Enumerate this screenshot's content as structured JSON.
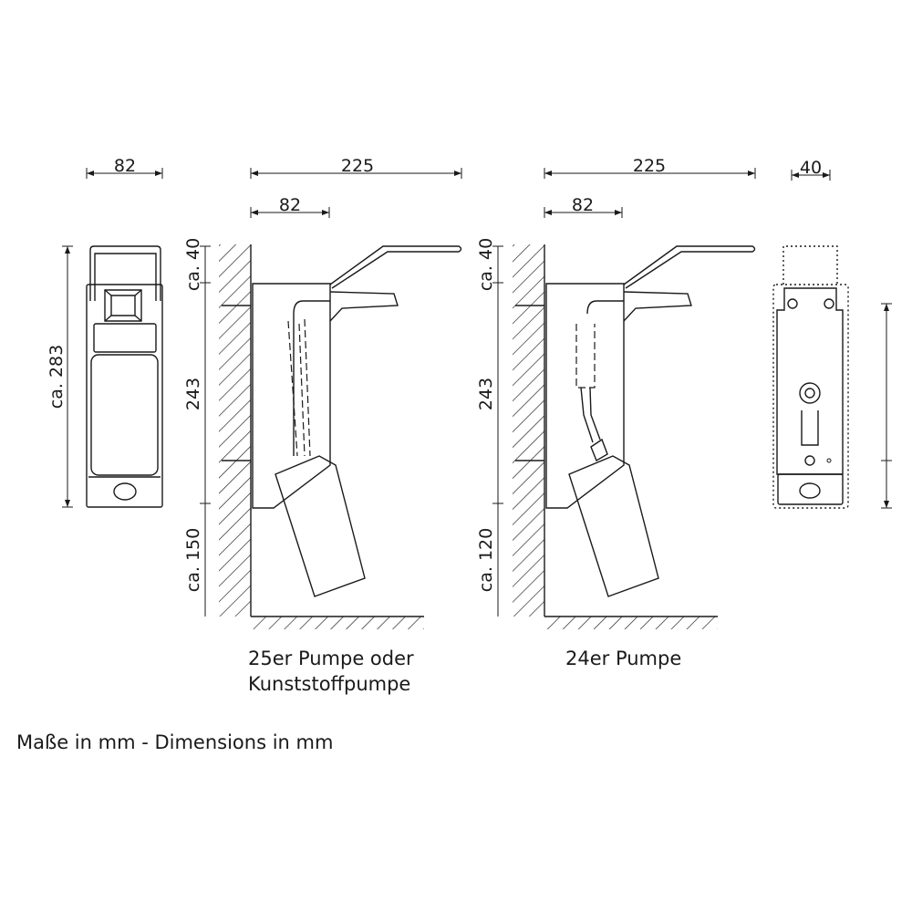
{
  "front_view": {
    "width_label": "82",
    "height_label": "ca. 283"
  },
  "side_view_1": {
    "total_width_label": "225",
    "body_width_label": "82",
    "top_label": "ca. 40",
    "mid_label": "243",
    "bottom_label": "ca. 150",
    "caption_line1": "25er Pumpe oder",
    "caption_line2": "Kunststoffpumpe"
  },
  "side_view_2": {
    "total_width_label": "225",
    "body_width_label": "82",
    "top_label": "ca. 40",
    "mid_label": "243",
    "bottom_label": "ca. 120",
    "caption": "24er Pumpe"
  },
  "back_view": {
    "depth_label": "40"
  },
  "footer": {
    "note": "Maße in mm - Dimensions in mm"
  }
}
